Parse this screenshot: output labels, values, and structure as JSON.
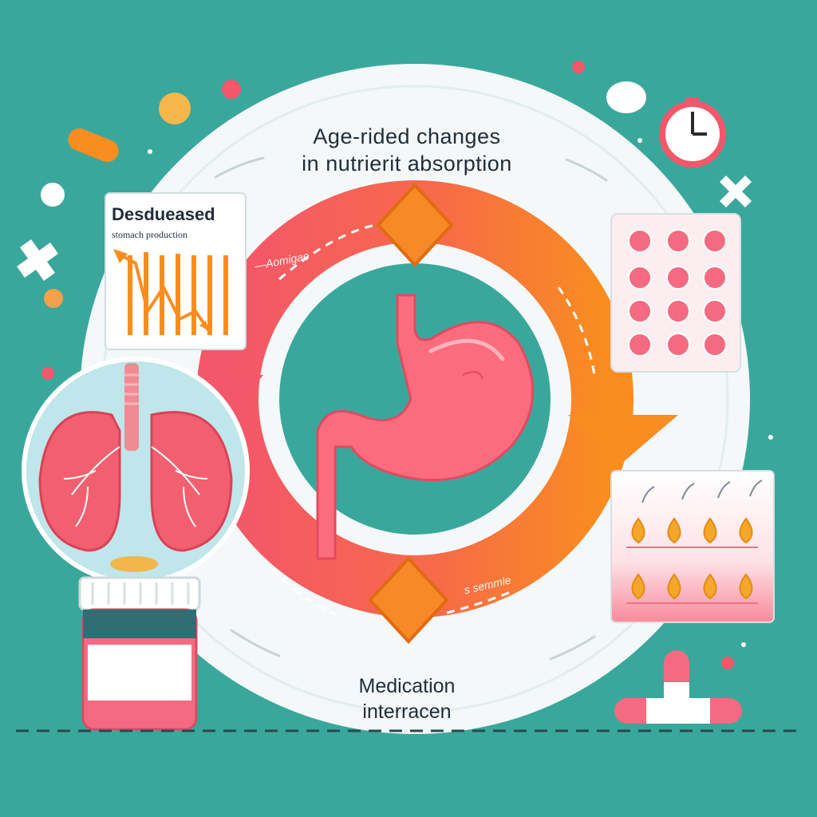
{
  "title": {
    "line1": "Age-rided changes",
    "line2": "in nutrierit absorption"
  },
  "stomach_card": {
    "title": "Desdueased",
    "subtitle": "stomach production"
  },
  "bottom_label": {
    "line1": "Medication",
    "line2": "interracen"
  },
  "arrow_labels": {
    "top": "—Aomigae",
    "bottom": "s semmle"
  },
  "colors": {
    "background": "#3aa79c",
    "ring": "#f4f8f9",
    "arrow_red": "#f4566a",
    "arrow_orange": "#f98d1f",
    "stomach": "#fa6c7e",
    "lungs": "#f2606f",
    "pill_pink": "#f46a80",
    "drop_orange": "#f4a72b"
  },
  "icons": [
    "stomach-icon",
    "lungs-icon",
    "clock-icon",
    "pill-bottle-icon",
    "blister-pack-icon",
    "drops-icon",
    "capsule-icon",
    "chart-icon"
  ]
}
